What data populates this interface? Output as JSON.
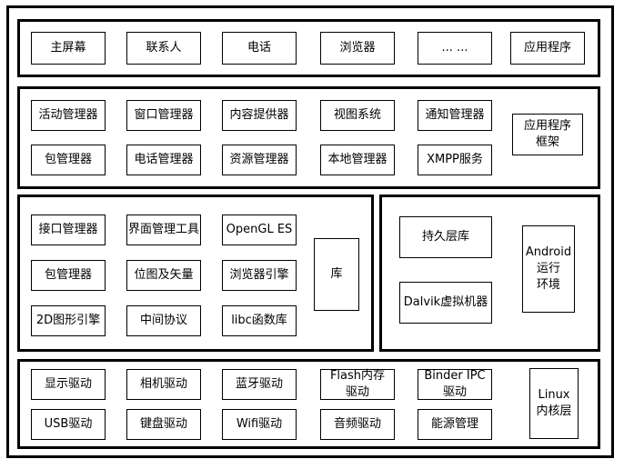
{
  "layers": {
    "applications": {
      "items": [
        "主屏幕",
        "联系人",
        "电话",
        "浏览器",
        "... ...",
        "应用程序"
      ]
    },
    "framework": {
      "items": [
        "活动管理器",
        "窗口管理器",
        "内容提供器",
        "视图系统",
        "通知管理器",
        "包管理器",
        "电话管理器",
        "资源管理器",
        "本地管理器",
        "XMPP服务"
      ],
      "label": "应用程序\n框架"
    },
    "libraries": {
      "items": [
        "接口管理器",
        "界面管理工具",
        "OpenGL ES",
        "包管理器",
        "位图及矢量",
        "浏览器引擎",
        "2D图形引擎",
        "中间协议",
        "libc函数库"
      ],
      "label": "库"
    },
    "runtime": {
      "items": [
        "持久层库",
        "Dalvik虚拟机器"
      ],
      "label": "Android\n运行\n环境"
    },
    "kernel": {
      "items": [
        "显示驱动",
        "相机驱动",
        "蓝牙驱动",
        "Flash内存\n驱动",
        "Binder IPC\n驱动",
        "USB驱动",
        "键盘驱动",
        "Wifi驱动",
        "音频驱动",
        "能源管理"
      ],
      "label": "Linux\n内核层"
    }
  }
}
